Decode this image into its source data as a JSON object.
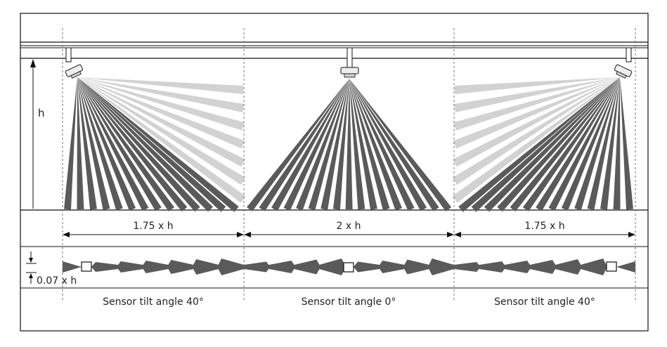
{
  "labels": {
    "height": "h",
    "offset": "0.07 x h",
    "span_left": "1.75 x h",
    "span_middle": "2 x h",
    "span_right": "1.75 x h",
    "tilt_left": "Sensor tilt angle 40°",
    "tilt_middle": "Sensor tilt angle 0°",
    "tilt_right": "Sensor tilt angle 40°"
  },
  "colors": {
    "beam_dark": "#5a5a5a",
    "beam_light": "#d2d2d2",
    "line": "#111111",
    "dashed": "#666666",
    "sensor": "#eeeeee"
  },
  "sensors": [
    {
      "name": "sensor-left",
      "tilt_deg": 40
    },
    {
      "name": "sensor-middle",
      "tilt_deg": 0
    },
    {
      "name": "sensor-right",
      "tilt_deg": 40
    }
  ]
}
